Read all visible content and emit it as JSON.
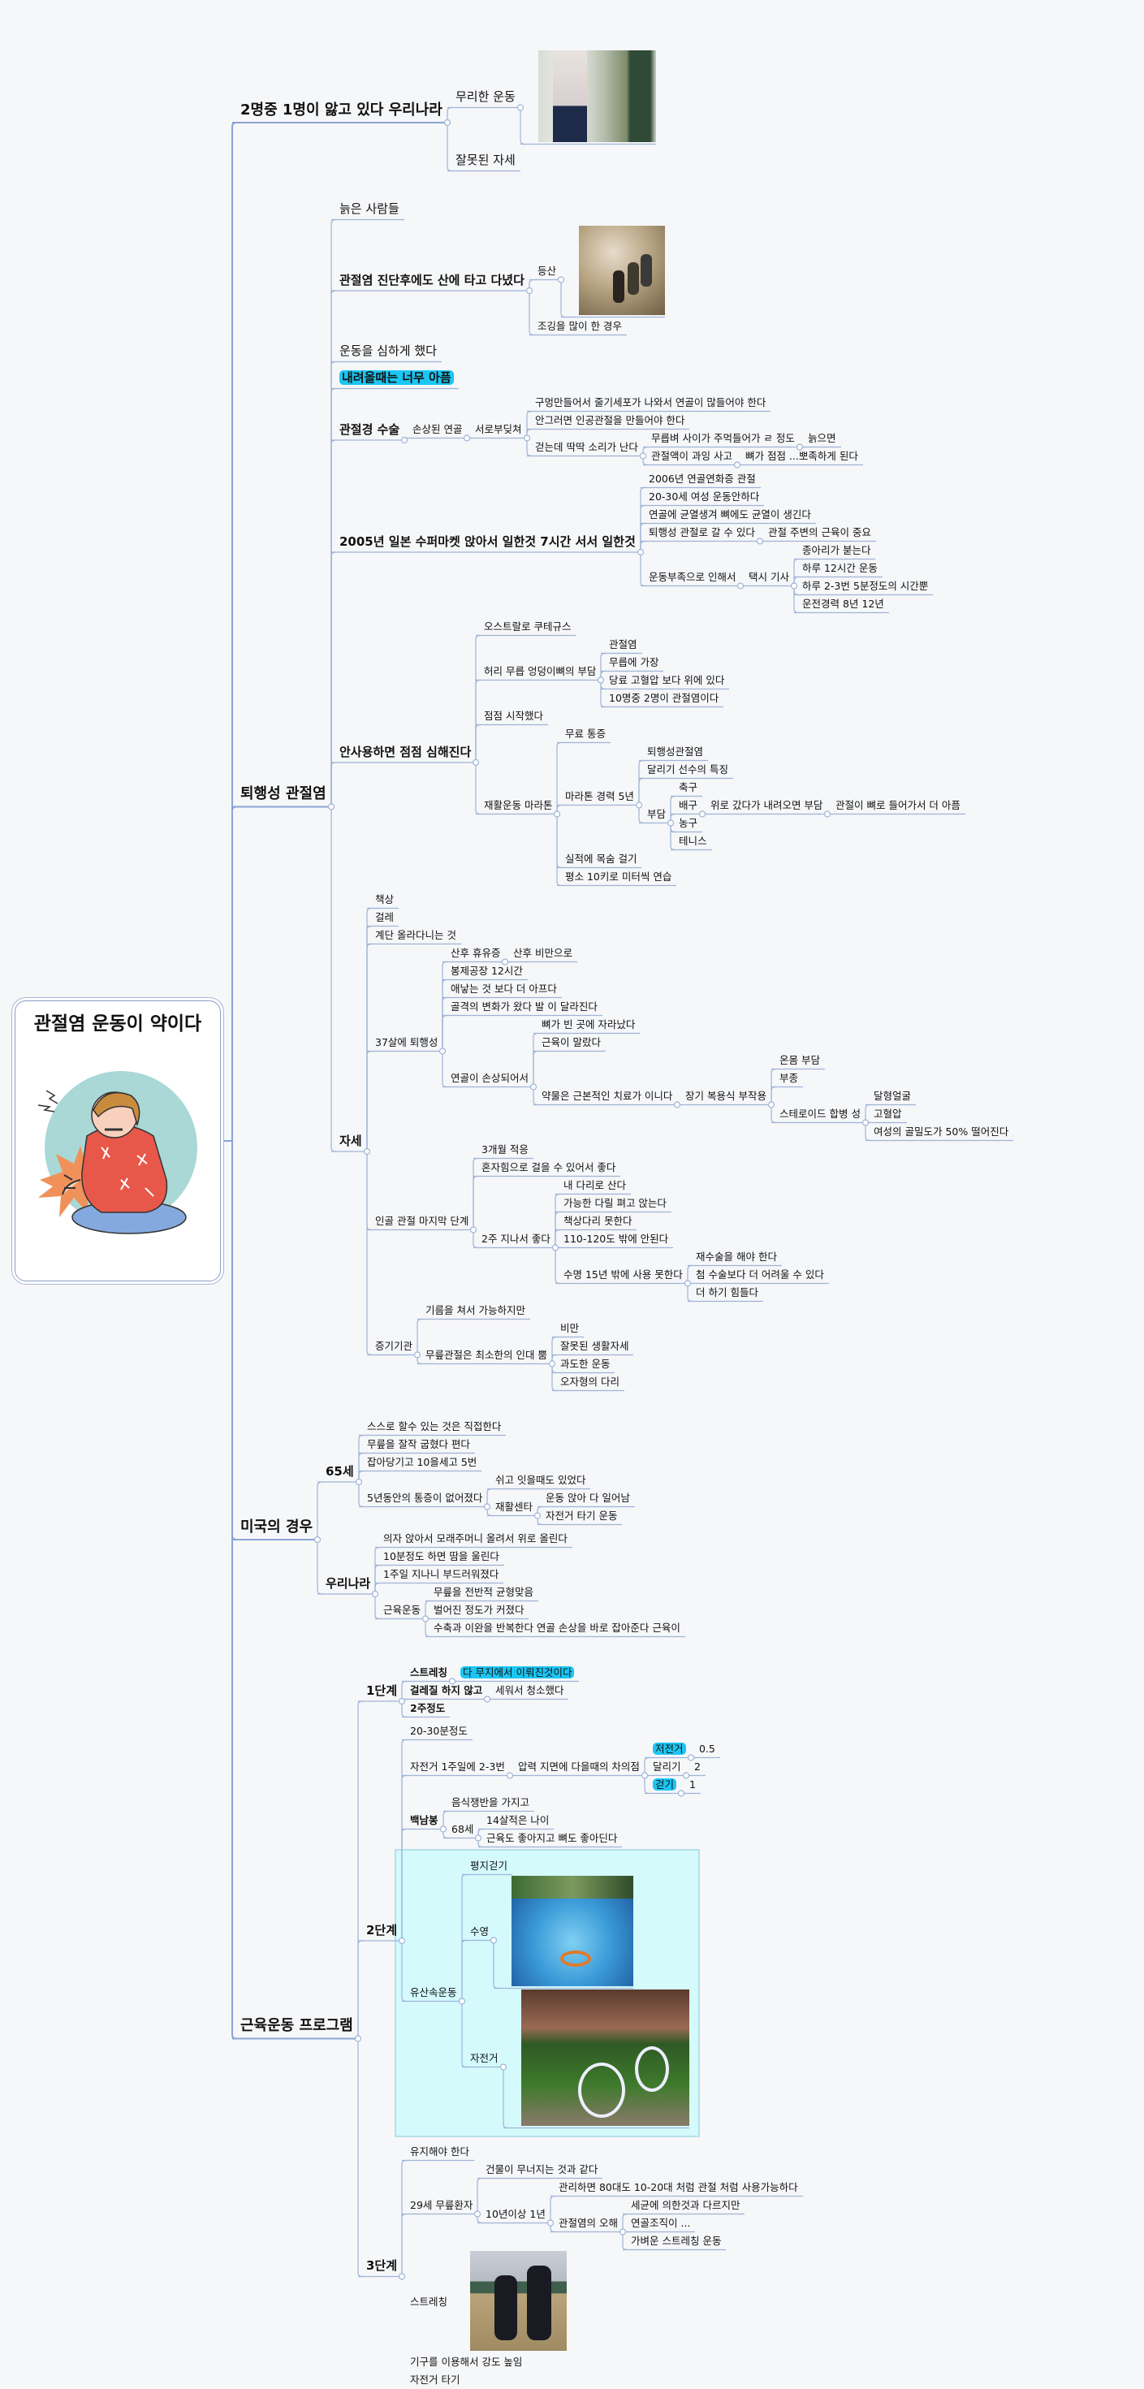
{
  "root": {
    "title": "관절염 운동이 약이다",
    "image": "knee-pain-illustration"
  },
  "colors": {
    "line": "#9fb4d8",
    "trunk": "#8aa4d4",
    "highlight": "#1cc6f2",
    "boundary_fill": "#d4fafc",
    "boundary_stroke": "#a6d8e6"
  },
  "tree": {
    "children": [
      {
        "label": "2명중 1명이 앓고 있다 우리나라",
        "children": [
          {
            "label": "무리한 운동",
            "children": [
              {
                "image": "exercise-equipment-photo"
              }
            ]
          },
          {
            "label": "잘못된 자세"
          }
        ]
      },
      {
        "label": "퇴행성 관절염",
        "children": [
          {
            "label": "늙은 사람들"
          },
          {
            "label": "관절염 진단후에도 산에 타고 다녔다",
            "strong": true,
            "children": [
              {
                "label": "등산",
                "children": [
                  {
                    "image": "hiking-photo"
                  }
                ]
              },
              {
                "label": "조깅을 많이 한 경우"
              }
            ]
          },
          {
            "label": "운동을 심하게 했다"
          },
          {
            "label": "내려올때는 너무 아픔",
            "strong": true,
            "highlight": true
          },
          {
            "label": "관절경 수술",
            "strong": true,
            "children": [
              {
                "label": "손상된 연골",
                "children": [
                  {
                    "label": "서로부딪쳐",
                    "children": [
                      {
                        "label": "구멍만들어서 줄기세포가 나와서 연골이 많들어야 한다"
                      },
                      {
                        "label": "안그러면 인공관절을 만들어야 한다"
                      },
                      {
                        "label": "걷는데 딱딱 소리가 난다",
                        "children": [
                          {
                            "label": "무릅벼 사이가 주먹들어가 ㄹ 정도",
                            "children": [
                              {
                                "label": "늙으면"
                              }
                            ]
                          },
                          {
                            "label": "관절액이 과잉 사고",
                            "children": [
                              {
                                "label": "뼈가 점점 ...뽀족하게 된다"
                              }
                            ]
                          }
                        ]
                      }
                    ]
                  }
                ]
              }
            ]
          },
          {
            "label": "2005년 일본 수퍼마켓 앉아서 일한것 7시간 서서 일한것",
            "strong": true,
            "children": [
              {
                "label": "2006년 연골연화증 관절"
              },
              {
                "label": "20-30세 여성 운동안하다"
              },
              {
                "label": "연골에 균열생겨 뼈에도 균열이 생긴다"
              },
              {
                "label": "퇴행성 관절로 갈 수 있다",
                "children": [
                  {
                    "label": "관절 주변의 근육이 중요"
                  }
                ]
              },
              {
                "label": "운동부족으로 인해서",
                "children": [
                  {
                    "label": "택시 기사",
                    "children": [
                      {
                        "label": "종아리가 붇는다"
                      },
                      {
                        "label": "하루 12시간 운동"
                      },
                      {
                        "label": "하루 2-3번 5분정도의 시간뿐"
                      },
                      {
                        "label": "운전경력 8년 12년"
                      }
                    ]
                  }
                ]
              }
            ]
          },
          {
            "label": "안사용하면 점점 심해진다",
            "strong": true,
            "children": [
              {
                "label": "오스트랄로 쿠테규스"
              },
              {
                "label": "허리 무릅 엉덩이뼈의 부담",
                "children": [
                  {
                    "label": "관절염"
                  },
                  {
                    "label": "무릅에 가장"
                  },
                  {
                    "label": "당료 고혈압 보다 위에 있다"
                  },
                  {
                    "label": "10명중 2명이 관절염이다"
                  }
                ]
              },
              {
                "label": "점점 시작했다"
              },
              {
                "label": "재활운동 마라톤",
                "children": [
                  {
                    "label": "무료 통증"
                  },
                  {
                    "label": "마라톤 경력 5년",
                    "children": [
                      {
                        "label": "퇴행성관절염"
                      },
                      {
                        "label": "달리기 선수의 특징"
                      },
                      {
                        "label": "부담",
                        "children": [
                          {
                            "label": "축구"
                          },
                          {
                            "label": "배구",
                            "children": [
                              {
                                "label": "위로 갔다가 내려오면 부담",
                                "children": [
                                  {
                                    "label": "관절이 뼈로 들어가서 더 아픔"
                                  }
                                ]
                              }
                            ]
                          },
                          {
                            "label": "농구"
                          },
                          {
                            "label": "테니스"
                          }
                        ]
                      }
                    ]
                  },
                  {
                    "label": "실적에 목숨 걸기"
                  },
                  {
                    "label": "평소 10키로 미터씩 연습"
                  }
                ]
              }
            ]
          },
          {
            "label": "자세",
            "strong": true,
            "children": [
              {
                "label": "책상"
              },
              {
                "label": "걸레"
              },
              {
                "label": "계단 올라다니는 것"
              },
              {
                "label": "37살에 퇴행성",
                "children": [
                  {
                    "label": "산후 휴유증",
                    "children": [
                      {
                        "label": "산후 비만으로"
                      }
                    ]
                  },
                  {
                    "label": "봉제공장 12시간"
                  },
                  {
                    "label": "애낳는 것 보다 더 아프다"
                  },
                  {
                    "label": "골격의 변화가 왔다 발 이 달라진다"
                  },
                  {
                    "label": "연골이 손상되어서",
                    "children": [
                      {
                        "label": "뼈가 빈 곳에 자라났다"
                      },
                      {
                        "label": "근육이 말랐다"
                      },
                      {
                        "label": "약물은 근본적인 치료가 이니다",
                        "children": [
                          {
                            "label": "장기 복용식 부작용",
                            "children": [
                              {
                                "label": "온몸 부담"
                              },
                              {
                                "label": "부종"
                              },
                              {
                                "label": "스테로이드 합병 성",
                                "children": [
                                  {
                                    "label": "달형얼굴"
                                  },
                                  {
                                    "label": "고혈압"
                                  },
                                  {
                                    "label": "여성의 골밀도가 50% 떨어진다"
                                  }
                                ]
                              }
                            ]
                          }
                        ]
                      }
                    ]
                  }
                ]
              },
              {
                "label": "인골 관절 마지막 단계",
                "children": [
                  {
                    "label": "3개월 적응"
                  },
                  {
                    "label": "혼자힘으로 걸을 수 있어서 좋다"
                  },
                  {
                    "label": "2주 지나서 좋다",
                    "children": [
                      {
                        "label": "내 다리로 산다"
                      },
                      {
                        "label": "가능한 다릴 펴고 앉는다"
                      },
                      {
                        "label": "책상다리 못한다"
                      },
                      {
                        "label": "110-120도 밖에 안된다"
                      },
                      {
                        "label": "수명 15년 밖에 사용 못한다",
                        "children": [
                          {
                            "label": "재수술을 해야 한다"
                          },
                          {
                            "label": "첨 수술보다 더 어려울 수 있다"
                          },
                          {
                            "label": "더 하기 힘들다"
                          }
                        ]
                      }
                    ]
                  }
                ]
              },
              {
                "label": "증기기관",
                "children": [
                  {
                    "label": "기름을 쳐서 가능하지만"
                  },
                  {
                    "label": "무릎관절은 최소한의 인대 뿜",
                    "children": [
                      {
                        "label": "비만"
                      },
                      {
                        "label": "잘못된 생활자세"
                      },
                      {
                        "label": "과도한 운동"
                      },
                      {
                        "label": "오자형의 다리"
                      }
                    ]
                  }
                ]
              }
            ]
          }
        ]
      },
      {
        "label": "미국의 경우",
        "children": [
          {
            "label": "65세",
            "strong": true,
            "children": [
              {
                "label": "스스로 할수 있는 것은 직접한다"
              },
              {
                "label": "무릎을 잘작 굽혔다 편다"
              },
              {
                "label": "잡아당기고 10을세고 5번"
              },
              {
                "label": "5년동안의 통증이 없어졌다",
                "children": [
                  {
                    "label": "쉬고 잇을때도 있었다"
                  },
                  {
                    "label": "재활센타",
                    "children": [
                      {
                        "label": "운동 앉아 다 일어남"
                      },
                      {
                        "label": "자전거 타기 운동"
                      }
                    ]
                  }
                ]
              }
            ]
          },
          {
            "label": "우리나라",
            "strong": true,
            "children": [
              {
                "label": "의자 앉아서 모래주머니 올려서 위로 올린다"
              },
              {
                "label": "10분정도 하면 땀을 울린다"
              },
              {
                "label": "1주일 지나니 부드러워졌다"
              },
              {
                "label": "근육운동",
                "children": [
                  {
                    "label": "무릎을 전반적 균형맞음"
                  },
                  {
                    "label": "벌어진 정도가 커졌다"
                  },
                  {
                    "label": "수축과 이완을 반복한다 연골 손상을 바로 잡아준다 근육이"
                  }
                ]
              }
            ]
          }
        ]
      },
      {
        "label": "근육운동 프로그램",
        "children": [
          {
            "label": "1단계",
            "strong": true,
            "children": [
              {
                "label": "스트레칭",
                "strong": true,
                "children": [
                  {
                    "label": "다 무지에서 이뤄진것이다",
                    "highlight": true
                  }
                ]
              },
              {
                "label": "걸레질 하지 않고",
                "strong": true,
                "children": [
                  {
                    "label": "세워서 청소했다"
                  }
                ]
              },
              {
                "label": "2주정도",
                "strong": true
              }
            ]
          },
          {
            "label": "2단계",
            "strong": true,
            "children": [
              {
                "label": "20-30분정도"
              },
              {
                "label": "자전거 1주일에 2-3번",
                "children": [
                  {
                    "label": "압력 지면에 다을때의 차의점",
                    "children": [
                      {
                        "label": "저전거",
                        "highlight": true,
                        "children": [
                          {
                            "label": "0.5"
                          }
                        ]
                      },
                      {
                        "label": "달리기",
                        "children": [
                          {
                            "label": "2"
                          }
                        ]
                      },
                      {
                        "label": "걷기",
                        "highlight": true,
                        "children": [
                          {
                            "label": "1"
                          }
                        ]
                      }
                    ]
                  }
                ]
              },
              {
                "label": "백남봉",
                "strong": true,
                "children": [
                  {
                    "label": "음식쟁반을 가지고"
                  },
                  {
                    "label": "68세",
                    "children": [
                      {
                        "label": "14살적은 나이"
                      },
                      {
                        "label": "근육도 좋아지고 뼈도 좋아딘다"
                      }
                    ]
                  }
                ]
              },
              {
                "label": "유산속운동",
                "boundary": true,
                "children": [
                  {
                    "label": "평지걷기"
                  },
                  {
                    "label": "수영",
                    "children": [
                      {
                        "image": "pool-photo"
                      }
                    ]
                  },
                  {
                    "label": "자전거",
                    "children": [
                      {
                        "image": "bicycle-photo"
                      }
                    ]
                  }
                ]
              }
            ]
          },
          {
            "label": "3단계",
            "strong": true,
            "children": [
              {
                "label": "유지해야 한다"
              },
              {
                "label": "29세 무릎환자",
                "children": [
                  {
                    "label": "건물이 무너지는 것과 같다"
                  },
                  {
                    "label": "10년이상 1년",
                    "children": [
                      {
                        "label": "관리하면 80대도 10-20대 처럼 관절 처럼 사용가능하다"
                      },
                      {
                        "label": "관절염의 오해",
                        "children": [
                          {
                            "label": "세균에 의한것과 다르지만"
                          },
                          {
                            "label": "연골조직이 ..."
                          },
                          {
                            "label": "가벼운 스트레칭 운동"
                          }
                        ]
                      }
                    ]
                  }
                ]
              },
              {
                "label": "스트레칭",
                "children": [
                  {
                    "image": "stretching-photo"
                  }
                ]
              },
              {
                "label": "기구를 이용해서 강도 높임"
              },
              {
                "label": "자전거 타기"
              }
            ]
          }
        ]
      }
    ]
  }
}
